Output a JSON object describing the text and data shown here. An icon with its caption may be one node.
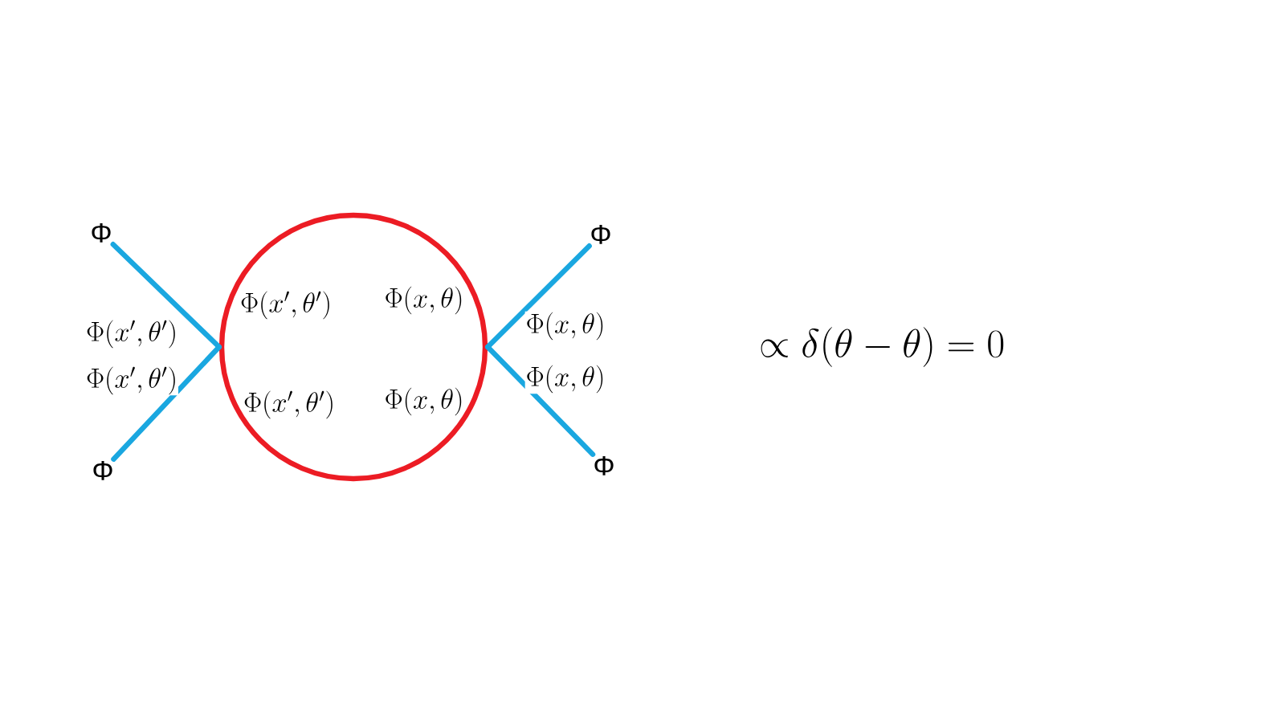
{
  "diagram": {
    "nodes": [
      {
        "text": [
          "Φ"
        ]
      },
      {
        "text": [
          "Φ"
        ]
      },
      {
        "text": [
          "Φ"
        ]
      },
      {
        "text": [
          "Φ"
        ]
      },
      {
        "text": [],
        "shape": "circle"
      }
    ],
    "edges": [
      {
        "from": 0,
        "to": 4,
        "arrow": "none",
        "label": "\\Phi(x',\\theta')"
      },
      {
        "from": 1,
        "to": 4,
        "arrow": "none",
        "label": "\\Phi(x',\\theta')"
      },
      {
        "from": 2,
        "to": 4,
        "arrow": "none",
        "label": "\\Phi(x,\\theta)"
      },
      {
        "from": 3,
        "to": 4,
        "arrow": "none",
        "label": "\\Phi(x,\\theta)"
      }
    ],
    "labels": [
      "\\Phi(x',\\theta')",
      "\\Phi(x,\\theta)",
      "\\propto \\delta(\\theta - \\theta) = 0",
      "\\Phi(x',\\theta')",
      "\\Phi(x,\\theta)"
    ]
  }
}
